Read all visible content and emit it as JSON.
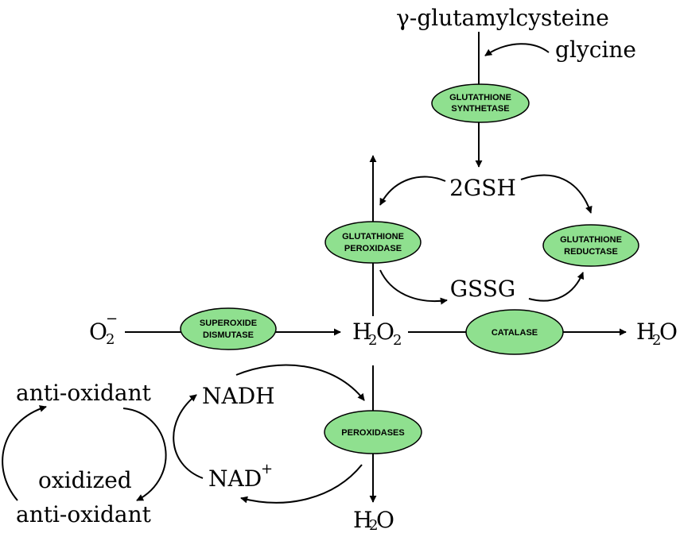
{
  "substrates": {
    "gamma_glutamylcysteine": "γ-glutamylcysteine",
    "glycine": "glycine",
    "gsh": "2GSH",
    "gssg": "GSSG",
    "o2_base": "O",
    "o2_sub": "2",
    "o2_sup": "−",
    "h2o2_h": "H",
    "h2o2_sub1": "2",
    "h2o2_o": "O",
    "h2o2_sub2": "2",
    "h2o_right_h": "H",
    "h2o_right_sub": "2",
    "h2o_right_o": "O",
    "h2o_bottom_h": "H",
    "h2o_bottom_sub": "2",
    "h2o_bottom_o": "O",
    "nadh": "NADH",
    "nad_base": "NAD",
    "nad_sup": "+",
    "anti_oxidant": "anti-oxidant",
    "oxidized_line1": "oxidized",
    "oxidized_line2": "anti-oxidant"
  },
  "enzymes": {
    "glutathione_synthetase": [
      "GLUTATHIONE",
      "SYNTHETASE"
    ],
    "glutathione_peroxidase": [
      "GLUTATHIONE",
      "PEROXIDASE"
    ],
    "glutathione_reductase": [
      "GLUTATHIONE",
      "REDUCTASE"
    ],
    "superoxide_dismutase": [
      "SUPEROXIDE",
      "DISMUTASE"
    ],
    "catalase": [
      "CATALASE"
    ],
    "peroxidases": [
      "PEROXIDASES"
    ]
  },
  "colors": {
    "enzyme_fill": "#8fe08f",
    "line": "#000000"
  }
}
